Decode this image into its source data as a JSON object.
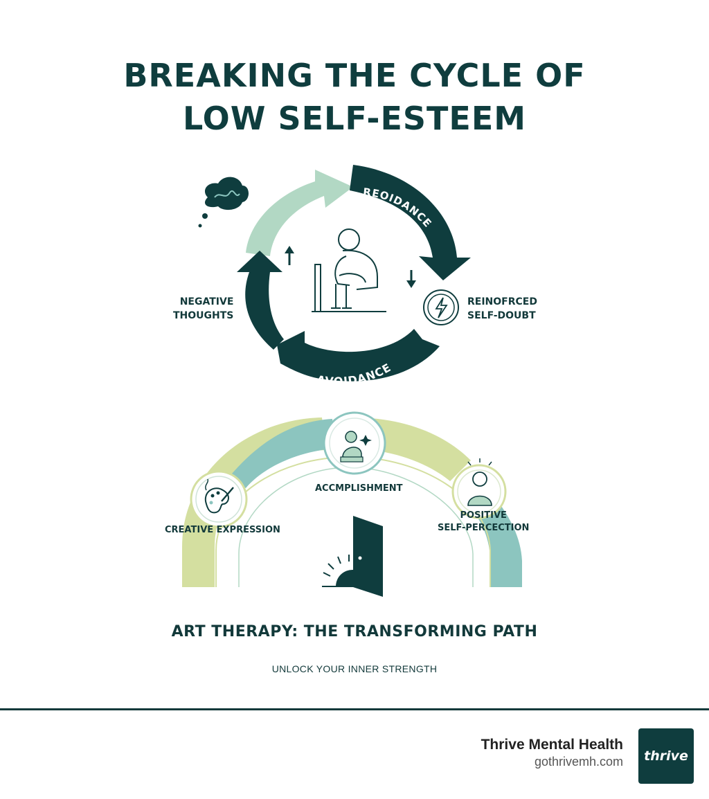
{
  "title": {
    "line1": "BREAKING THE CYCLE OF",
    "line2": "LOW SELF-ESTEEM"
  },
  "cycle": {
    "arrow_top_right": "REOIDANCE",
    "arrow_bottom": "AVOIDANCE",
    "left_label_line1": "NEGATIVE",
    "left_label_line2": "THOUGHTS",
    "right_label_line1": "REINOFRCED",
    "right_label_line2": "SELF-DOUBT",
    "icons": [
      "thought-cloud-icon",
      "seated-person-icon",
      "lightning-bolt-icon",
      "up-arrow-icon",
      "down-arrow-icon"
    ]
  },
  "path": {
    "creative": "CREATIVE EXPRESSION",
    "accomplishment": "ACCMPLISHMENT",
    "positive_line1": "POSITIVE",
    "positive_line2": "SELF-PERCECTION",
    "title": "ART THERAPY: THE TRANSFORMING PATH",
    "subtitle": "UNLOCK YOUR INNER STRENGTH",
    "icons": [
      "palette-icon",
      "meditating-figure-icon",
      "person-icon",
      "open-door-icon",
      "sunrise-icon"
    ]
  },
  "footer": {
    "brand_name": "Thrive Mental Health",
    "brand_url": "gothrivemh.com",
    "logo_text": "thrive"
  },
  "colors": {
    "dark_teal": "#0f3d3e",
    "light_green": "#b2d8c4",
    "teal_mid": "#8cc5bf",
    "olive_light": "#d4dfa0"
  }
}
